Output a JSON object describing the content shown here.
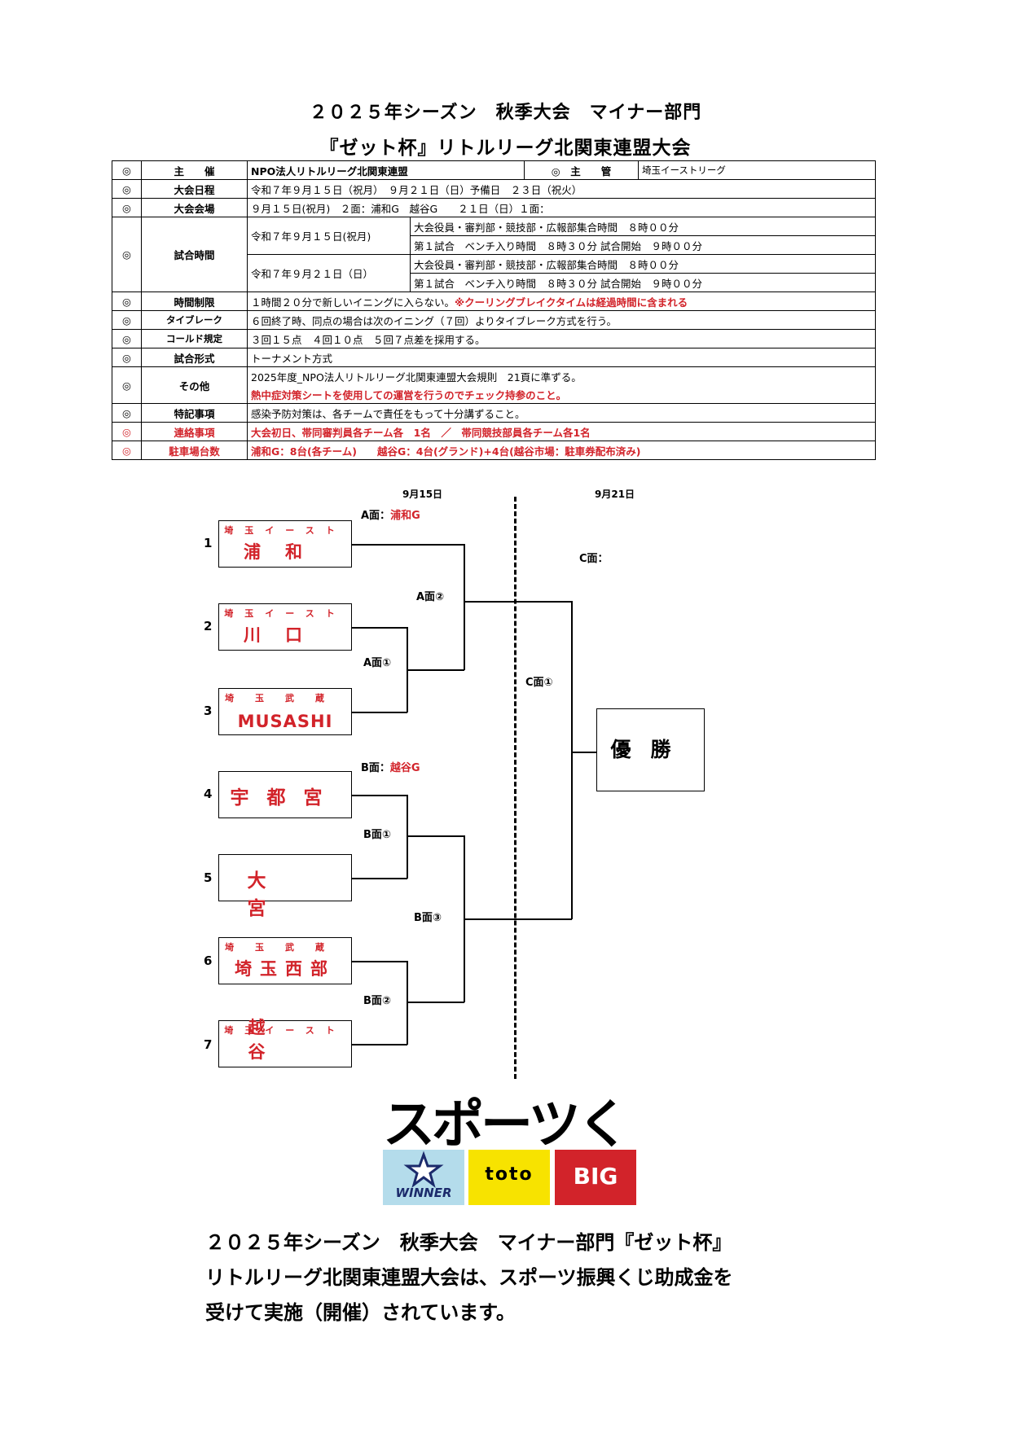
{
  "header": {
    "title1": "２０２５年シーズン　秋季大会　マイナー部門",
    "title2": "『ゼット杯』リトルリーグ北関東連盟大会"
  },
  "info": {
    "mark": "◎",
    "host_label": "主　　催",
    "host": "NPO法人リトルリーグ北関東連盟",
    "organizer_label": "主　　管",
    "organizer": "埼玉イーストリーグ",
    "dates_label": "大会日程",
    "dates": "令和７年９月１５日（祝月）　９月２１日（日）予備日　２３日（祝火）",
    "venue_label": "大会会場",
    "venue": "９月１５日(祝月)　２面：浦和G　越谷G　　２１日（日）１面：",
    "time_label": "試合時間",
    "day1": "令和７年９月１５日(祝月)",
    "day2": "令和７年９月２１日（日）",
    "assembly": "大会役員・審判部・競技部・広報部集合時間　８時００分",
    "first_game": "第１試合　ベンチ入り時間　８時３０分 試合開始　９時００分",
    "limit_label": "時間制限",
    "limit": "１時間２０分で新しいイニングに入らない。",
    "limit_red": "※クーリングブレイクタイムは経過時間に含まれる",
    "tiebreak_label": "タイブレーク",
    "tiebreak": "６回終了時、同点の場合は次のイニング（７回）よりタイブレーク方式を行う。",
    "called_label": "コールド規定",
    "called": "３回１５点　４回１０点　５回７点差を採用する。",
    "format_label": "試合形式",
    "format": "トーナメント方式",
    "other_label": "その他",
    "other1": "2025年度_NPO法人リトルリーグ北関東連盟大会規則　21頁に準ずる。",
    "other2": "熱中症対策シートを使用しての運営を行うのでチェック持参のこと。",
    "special_label": "特記事項",
    "special": "感染予防対策は、各チームで責任をもって十分講ずること。",
    "contact_label": "連絡事項",
    "contact": "大会初日、帯同審判員各チーム各　1名　／　帯同競技部員各チーム各1名",
    "parking_label": "駐車場台数",
    "parking": "浦和G：8台(各チーム)　　越谷G：4台(グランド)+4台(越谷市場：駐車券配布済み)"
  },
  "bracket": {
    "date1": "9月15日",
    "date2": "9月21日",
    "a_field": "A面：",
    "a_field_name": "浦和G",
    "b_field": "B面：",
    "b_field_name": "越谷G",
    "c_field": "C面：",
    "a1": "A面①",
    "a2": "A面②",
    "b1": "B面①",
    "b2": "B面②",
    "b3": "B面③",
    "c1": "C面①",
    "champion": "優勝",
    "teams": [
      {
        "num": "1",
        "league": "埼玉イースト",
        "name": "浦和"
      },
      {
        "num": "2",
        "league": "埼玉イースト",
        "name": "川口"
      },
      {
        "num": "3",
        "league": "埼玉武蔵",
        "name": "MUSASHI"
      },
      {
        "num": "4",
        "league": "",
        "name": "宇都宮"
      },
      {
        "num": "5",
        "league": "",
        "name": "大宮"
      },
      {
        "num": "6",
        "league": "埼玉武蔵",
        "name": "埼玉西部"
      },
      {
        "num": "7",
        "league": "埼玉イースト",
        "name": "越谷"
      }
    ]
  },
  "logo": {
    "title": "スポーツくじ",
    "winner": "WINNER",
    "toto": "toto",
    "big": "BIG",
    "colors": {
      "winner": "#b4dceb",
      "toto": "#f7e300",
      "big": "#d2232a"
    }
  },
  "footer": {
    "line1": "２０２５年シーズン　秋季大会　マイナー部門『ゼット杯』",
    "line2": "リトルリーグ北関東連盟大会は、スポーツ振興くじ助成金を",
    "line3": "受けて実施（開催）されています。"
  },
  "colors": {
    "accent_red": "#d2232a"
  }
}
